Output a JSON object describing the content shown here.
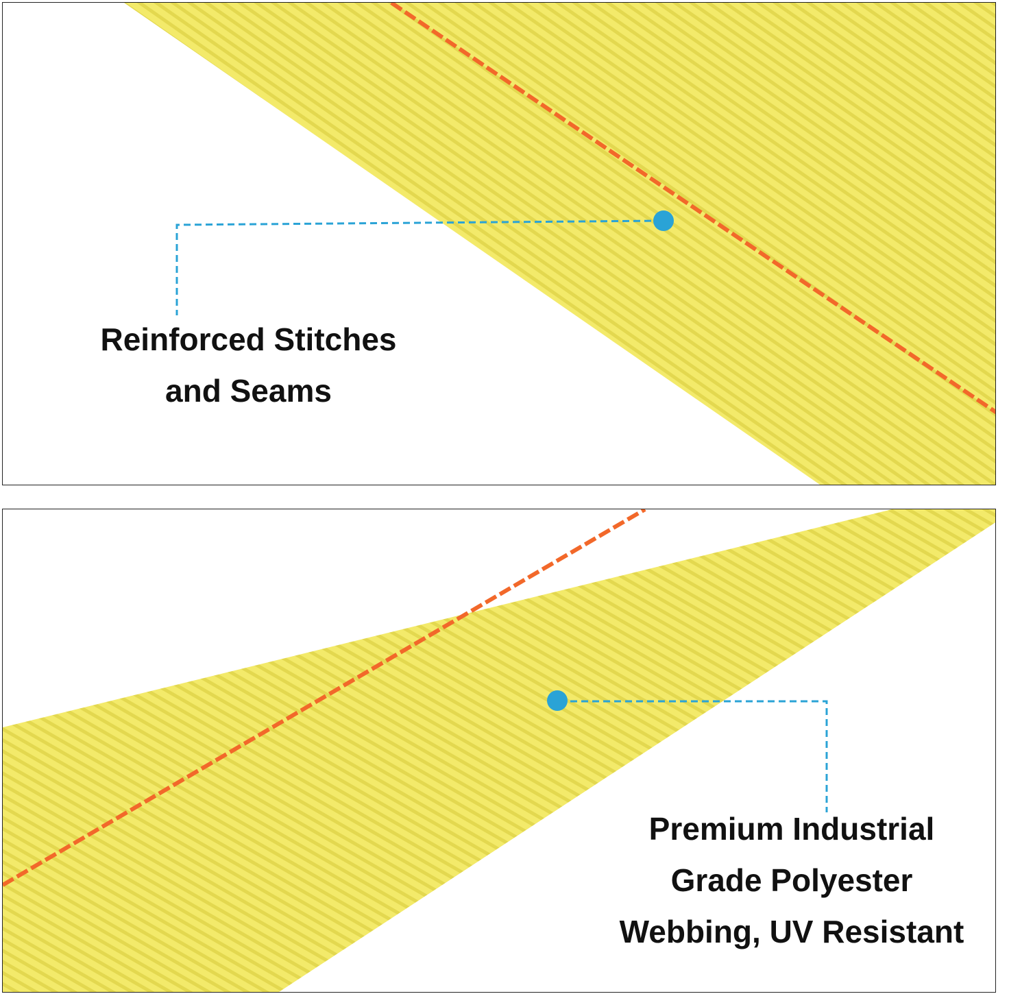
{
  "callouts": [
    {
      "lines": [
        "Reinforced Stitches",
        "and Seams"
      ]
    },
    {
      "lines": [
        "Premium Industrial",
        "Grade Polyester",
        "Webbing, UV Resistant"
      ]
    }
  ],
  "colors": {
    "webbing": "#f3ea6a",
    "stripe": "#f2682a",
    "callout": "#2aa3d6",
    "border": "#222222"
  }
}
